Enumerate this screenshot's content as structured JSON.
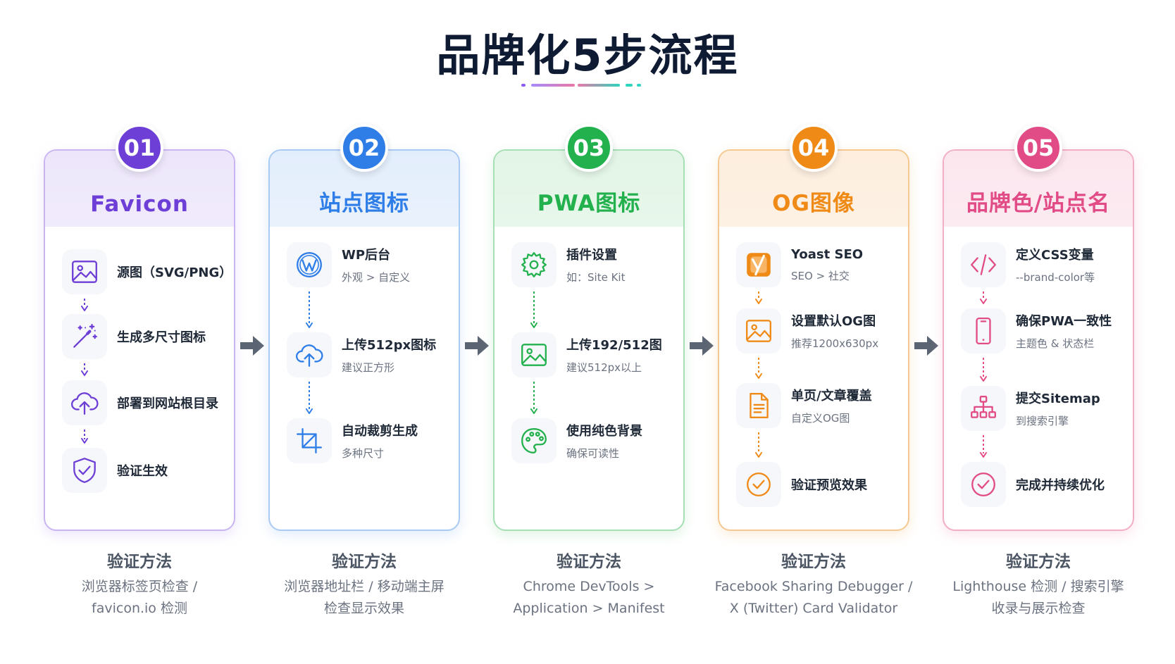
{
  "title": "品牌化5步流程",
  "colors": {
    "purple": "#6d3fd6",
    "blue": "#2f7ee8",
    "green": "#22b14c",
    "orange": "#f08a16",
    "pink": "#e14b86"
  },
  "cards": [
    {
      "num": "01",
      "title": "Favicon",
      "steps": [
        {
          "icon": "image-icon",
          "title": "源图（SVG/PNG）",
          "sub": ""
        },
        {
          "icon": "magic-wand-icon",
          "title": "生成多尺寸图标",
          "sub": ""
        },
        {
          "icon": "cloud-upload-icon",
          "title": "部署到网站根目录",
          "sub": ""
        },
        {
          "icon": "shield-check-icon",
          "title": "验证生效",
          "sub": ""
        }
      ],
      "verify_title": "验证方法",
      "verify_lines": [
        "浏览器标签页检查 /",
        "favicon.io 检测"
      ]
    },
    {
      "num": "02",
      "title": "站点图标",
      "steps": [
        {
          "icon": "wordpress-icon",
          "title": "WP后台",
          "sub": "外观 > 自定义"
        },
        {
          "icon": "cloud-upload-icon",
          "title": "上传512px图标",
          "sub": "建议正方形"
        },
        {
          "icon": "crop-icon",
          "title": "自动裁剪生成",
          "sub": "多种尺寸"
        }
      ],
      "verify_title": "验证方法",
      "verify_lines": [
        "浏览器地址栏 / 移动端主屏",
        "检查显示效果"
      ]
    },
    {
      "num": "03",
      "title": "PWA图标",
      "steps": [
        {
          "icon": "gear-icon",
          "title": "插件设置",
          "sub": "如：Site Kit"
        },
        {
          "icon": "image-icon",
          "title": "上传192/512图",
          "sub": "建议512px以上"
        },
        {
          "icon": "palette-icon",
          "title": "使用纯色背景",
          "sub": "确保可读性"
        }
      ],
      "verify_title": "验证方法",
      "verify_lines": [
        "Chrome DevTools >",
        "Application > Manifest"
      ]
    },
    {
      "num": "04",
      "title": "OG图像",
      "steps": [
        {
          "icon": "yoast-icon",
          "title": "Yoast SEO",
          "sub": "SEO > 社交"
        },
        {
          "icon": "image-icon",
          "title": "设置默认OG图",
          "sub": "推荐1200x630px"
        },
        {
          "icon": "document-icon",
          "title": "单页/文章覆盖",
          "sub": "自定义OG图"
        },
        {
          "icon": "check-circle-icon",
          "title": "验证预览效果",
          "sub": ""
        }
      ],
      "verify_title": "验证方法",
      "verify_lines": [
        "Facebook Sharing Debugger /",
        "X (Twitter) Card Validator"
      ]
    },
    {
      "num": "05",
      "title": "品牌色/站点名",
      "steps": [
        {
          "icon": "code-icon",
          "title": "定义CSS变量",
          "sub": "--brand-color等"
        },
        {
          "icon": "phone-icon",
          "title": "确保PWA一致性",
          "sub": "主题色 & 状态栏"
        },
        {
          "icon": "sitemap-icon",
          "title": "提交Sitemap",
          "sub": "到搜索引擎"
        },
        {
          "icon": "check-circle-icon",
          "title": "完成并持续优化",
          "sub": ""
        }
      ],
      "verify_title": "验证方法",
      "verify_lines": [
        "Lighthouse 检测 / 搜索引擎",
        "收录与展示检查"
      ]
    }
  ]
}
